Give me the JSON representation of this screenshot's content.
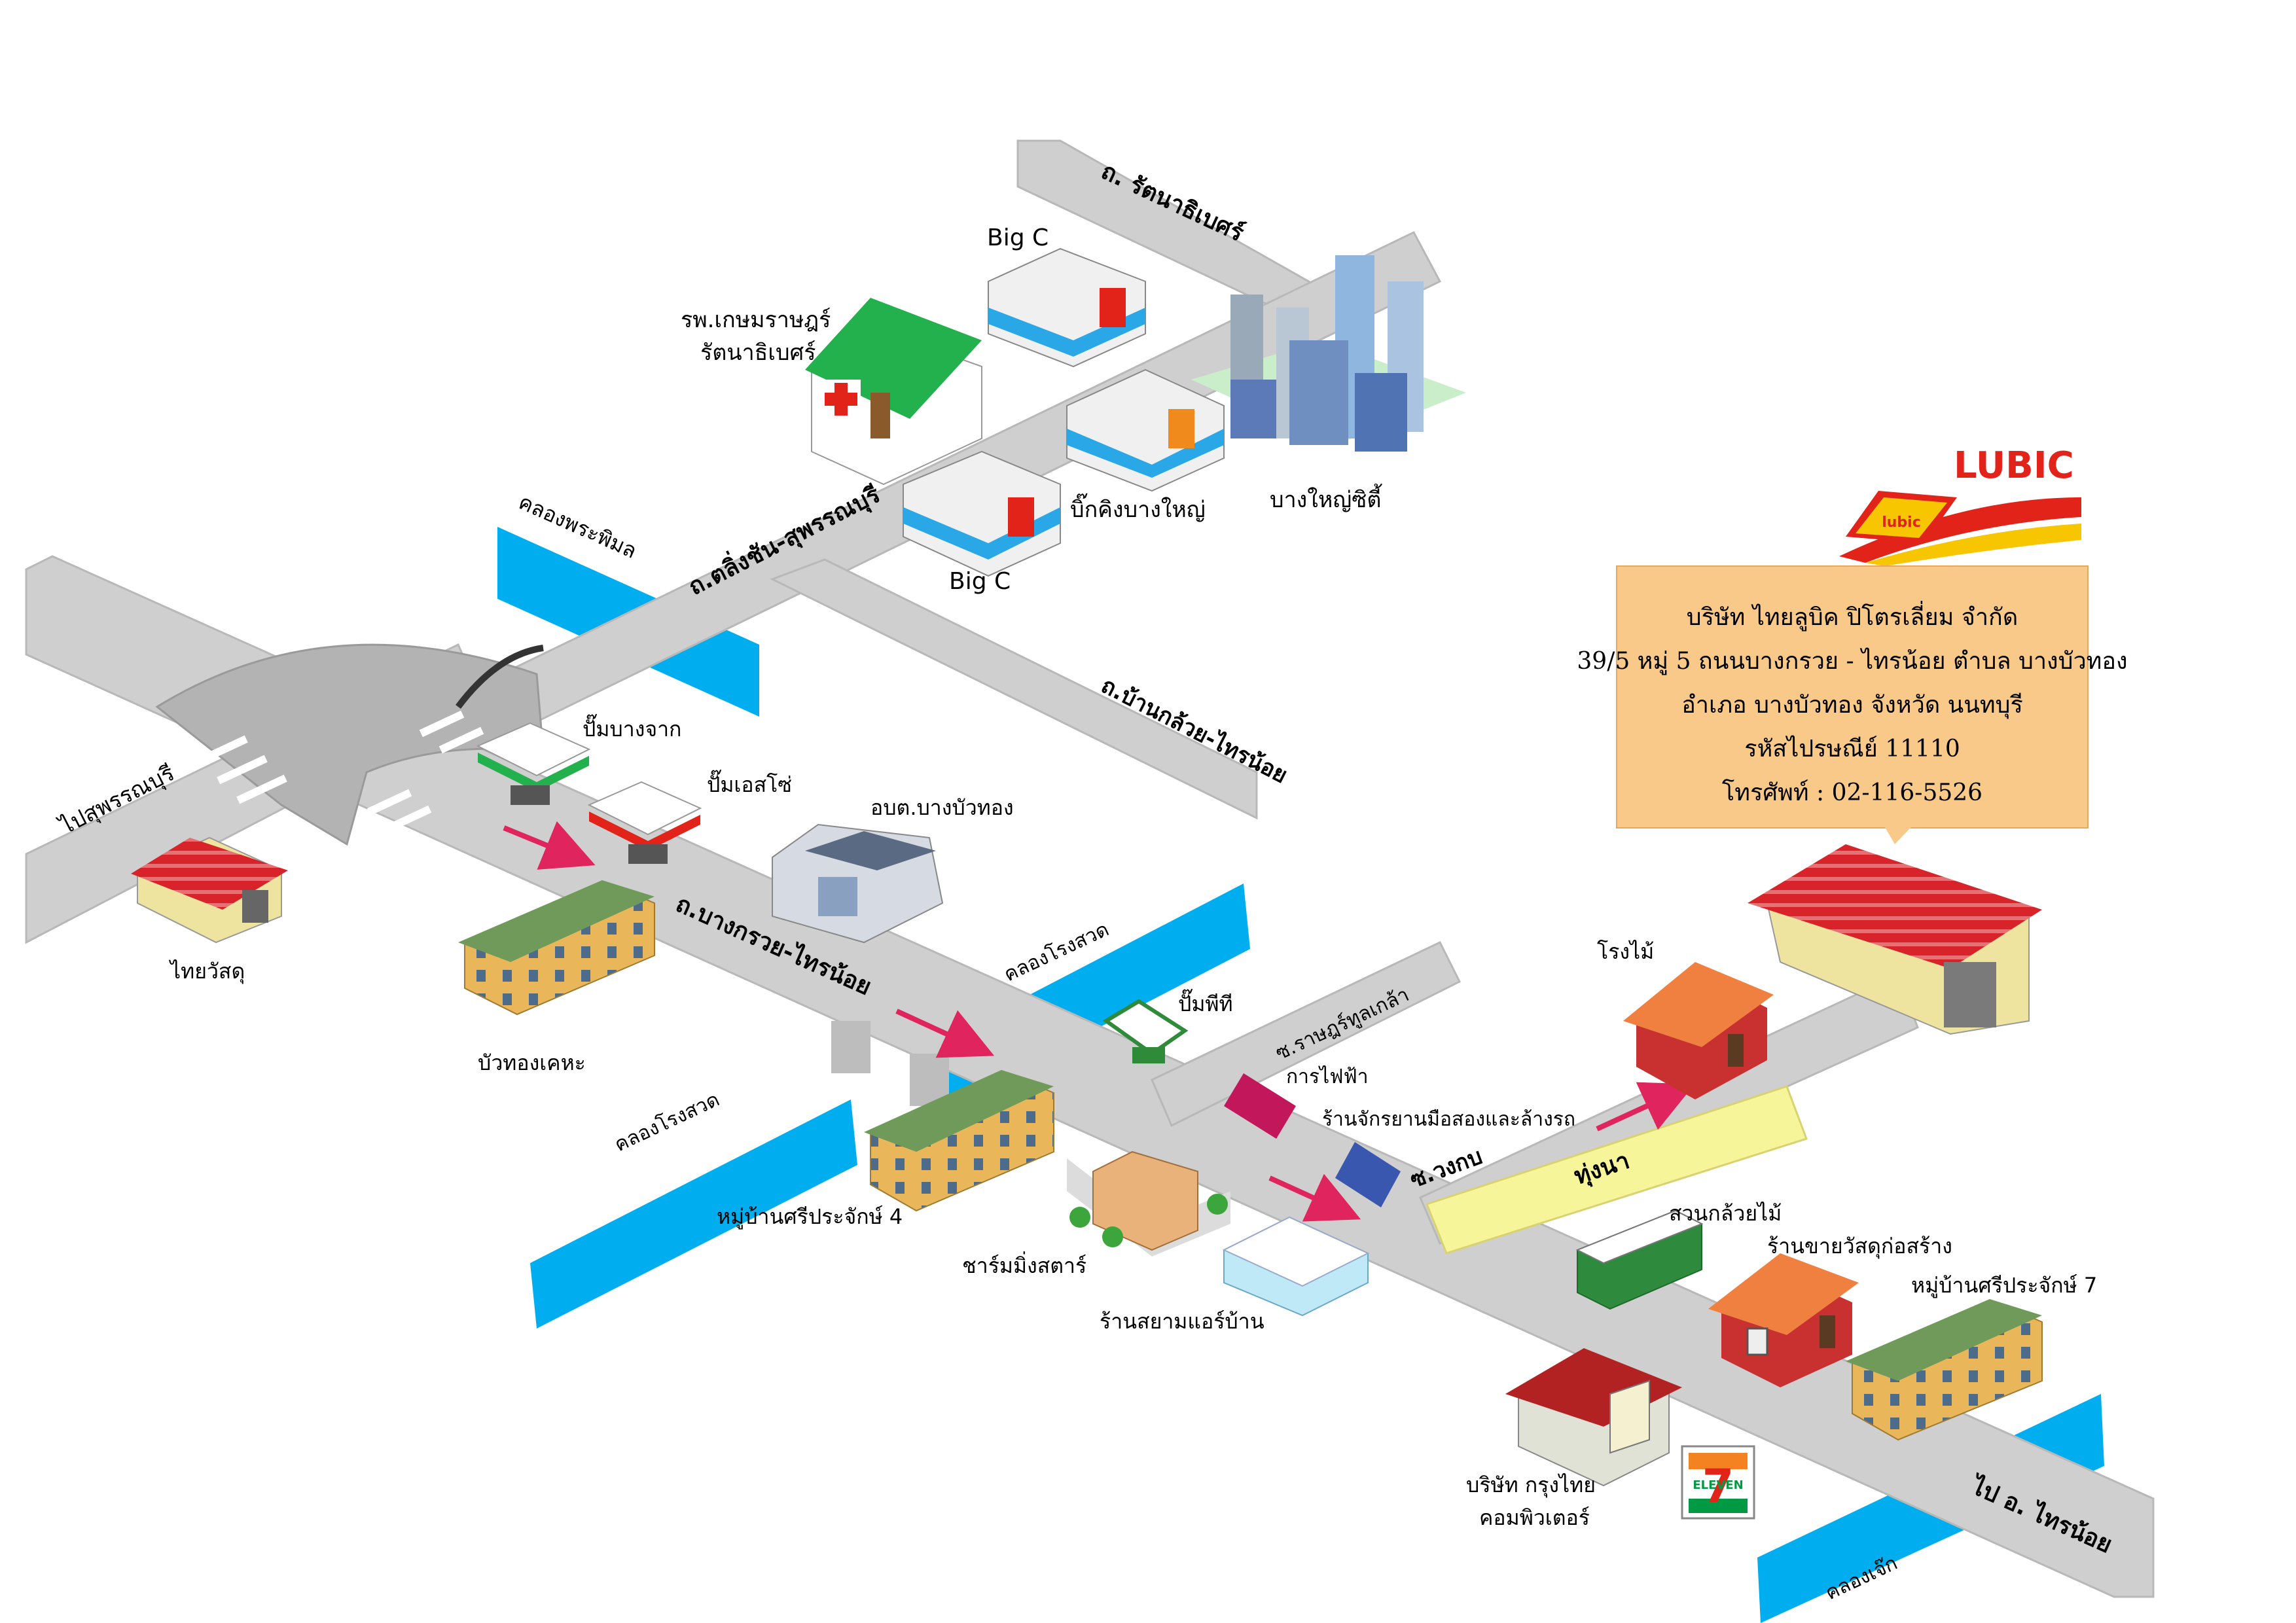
{
  "brand": {
    "logo_text": "LUBIC",
    "emblem_text": "lubic",
    "colors": {
      "red": "#e2231a",
      "yellow": "#f7c600",
      "box_fill": "#f9c98a"
    }
  },
  "company_info": {
    "name": "บริษัท ไทยลูบิค ปิโตรเลี่ยม จำกัด",
    "address_line1": "39/5   หมู่ 5   ถนนบางกรวย - ไทรน้อย ตำบล บางบัวทอง",
    "address_line2": "อำเภอ บางบัวทอง จังหวัด นนทบุรี",
    "postal": "รหัสไปรษณีย์ 11110",
    "phone": "โทรศัพท์ : 02-116-5526"
  },
  "roads": {
    "rattanathibet": "ถ. รัตนาธิเบศร์",
    "talingchan": "ถ.ตลิ่งชัน-สุพรรณบุรี",
    "ban_kluai": "ถ.บ้านกล้วย-ไทรน้อย",
    "bang_kruai": "ถ.บางกรวย-ไทรน้อย",
    "to_suphan": "ไปสุพรรณบุรี",
    "soi_rat": "ซ.ราษฎร์ทูลเกล้า",
    "soi_wongkob": "ซ.วงกบ",
    "to_sai_noi": "ไป อ. ไทรน้อย"
  },
  "canals": {
    "phra_phimon": "คลองพระพิมล",
    "rong_suat_1": "คลองโรงสวด",
    "rong_suat_2": "คลองโรงสวด",
    "chek": "คลองเจ๊ก"
  },
  "places": {
    "big_c_top": "Big C",
    "big_c_bottom": "Big C",
    "hospital_1": "รพ.เกษมราษฎร์",
    "hospital_2": "รัตนาธิเบศร์",
    "big_king": "บิ๊กคิงบางใหญ่",
    "bangyai_city": "บางใหญ่ซิตี้",
    "pump_bangchak": "ปั๊มบางจาก",
    "pump_esso": "ปั๊มเอสโซ่",
    "obt": "อบต.บางบัวทอง",
    "thai_watsadu": "ไทยวัสดุ",
    "buathong_kheha": "บัวทองเคหะ",
    "pump_ptt": "ปั๊มพีที",
    "electric": "การไฟฟ้า",
    "motorcycle_shop": "ร้านจักรยานมือสองและล้างรถ",
    "mooban_4": "หมู่บ้านศรีประจักษ์ 4",
    "charming_star": "ชาร์มมิ่งสตาร์",
    "siam_air": "ร้านสยามแอร์บ้าน",
    "sawmill": "โรงไม้",
    "field": "ทุ่งนา",
    "banana": "สวนกล้วยไม้",
    "material_shop": "ร้านขายวัสดุก่อสร้าง",
    "mooban_7": "หมู่บ้านศรีประจักษ์ 7",
    "krungthai_1": "บริษัท กรุงไทย",
    "krungthai_2": "คอมพิวเตอร์",
    "seven_1": "7",
    "seven_2": "ELEVEN"
  },
  "colors": {
    "road": "#cfcfcf",
    "road_edge": "#b5b5b5",
    "canal": "#00aeef",
    "field": "#f7f59a",
    "arrow": "#e0245e",
    "roof_red": "#d8232a",
    "building_yellow": "#e9c46a"
  }
}
